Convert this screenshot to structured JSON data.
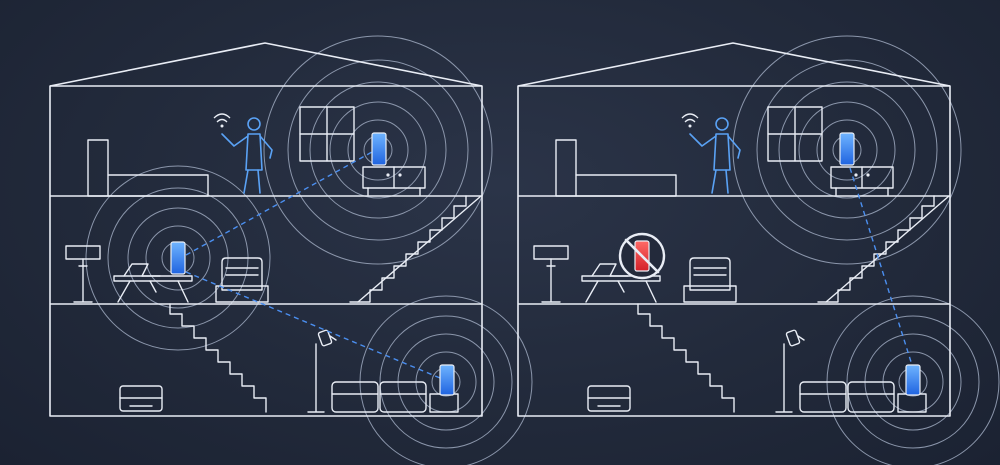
{
  "scenes": [
    {
      "name": "mesh-network-working",
      "center_node_status": "online"
    },
    {
      "name": "mesh-network-failover",
      "center_node_status": "offline"
    }
  ],
  "colors": {
    "background": "#232a3b",
    "outline": "#e9edf5",
    "node_active": "#2f7ff0",
    "node_failed": "#e8353a",
    "link": "#4b8ff0",
    "wave": "#8b96ab"
  },
  "icons": [
    "mesh-router-icon",
    "wifi-signal-icon",
    "no-signal-icon",
    "person-icon"
  ]
}
